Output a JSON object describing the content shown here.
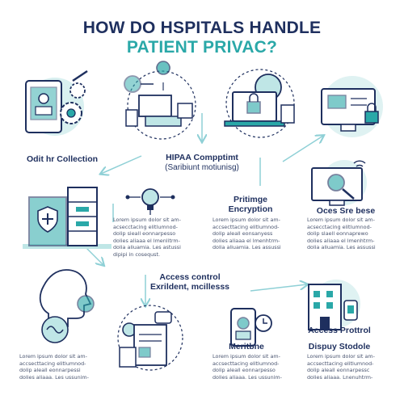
{
  "header": {
    "title_line1": "HOW DO HSPITALS HANDLE",
    "title_line2": "PATIENT PRIVAC?"
  },
  "labels": {
    "data_collection": "Odit hr Collection",
    "hipaa_line1": "HIPAA Compptimt",
    "hipaa_line2": "(Saribiunt motiunisg)",
    "encryption_line1": "Pritimge",
    "encryption_line2": "Encryption",
    "oces": "Oces Sre bese",
    "access_control_line1": "Access control",
    "access_control_line2": "Exrildent, mcillesss",
    "access_protocol": "Access Prottrol",
    "meritbne": "Meritbne",
    "dispuy": "Dispuy Stodole"
  },
  "lorem": {
    "hipaa": "Lorem ipsum dolor sit am-\nacsecctacing elitlumnod-\ndolip sieall eonnarpesso\ndolies aliaaa el lmenlitrm-\ndolia aliuamia. Les astussi\ndipipi in cosequst.",
    "encryption": "Lorem ipsum dolor sit am-\naccsecttacing elitlumnod-\ndolip aleall eonsanyess\ndolies aliaaa el lmenhtrm-\ndolia aliuamia. Les assussi",
    "oces": "Lorem ipsum dolor sit am-\nacsecctacing elitlumnod-\ndolip slaell eonnaprewo\ndolies aliaaa el lmenhtrm-\ndolia aliuamia. Les assussi",
    "bottom_left": "Lorem ipsum dolor sit am-\naccsecttacing elitlumnod-\ndolip aleall eonnarpessi\ndolies aliaaa. Les ussunim-",
    "bottom_mid": "Lorem ipsum dolor sit am-\naccsecttacing elitlumnod-\ndolip aleall eonnarpesso\ndolies aliaaa. Les ussunim-",
    "bottom_right": "Lorem ipsum dolor sit am-\naccsecttacing elitlumnod-\ndolip aleall eonnarpessc\ndolies aliaaa. Lnenuhtrm-"
  },
  "colors": {
    "navy": "#1e2f5e",
    "teal": "#2aa8a8",
    "teal_light": "#bfe6e6",
    "arrow": "#8fd0d6"
  }
}
